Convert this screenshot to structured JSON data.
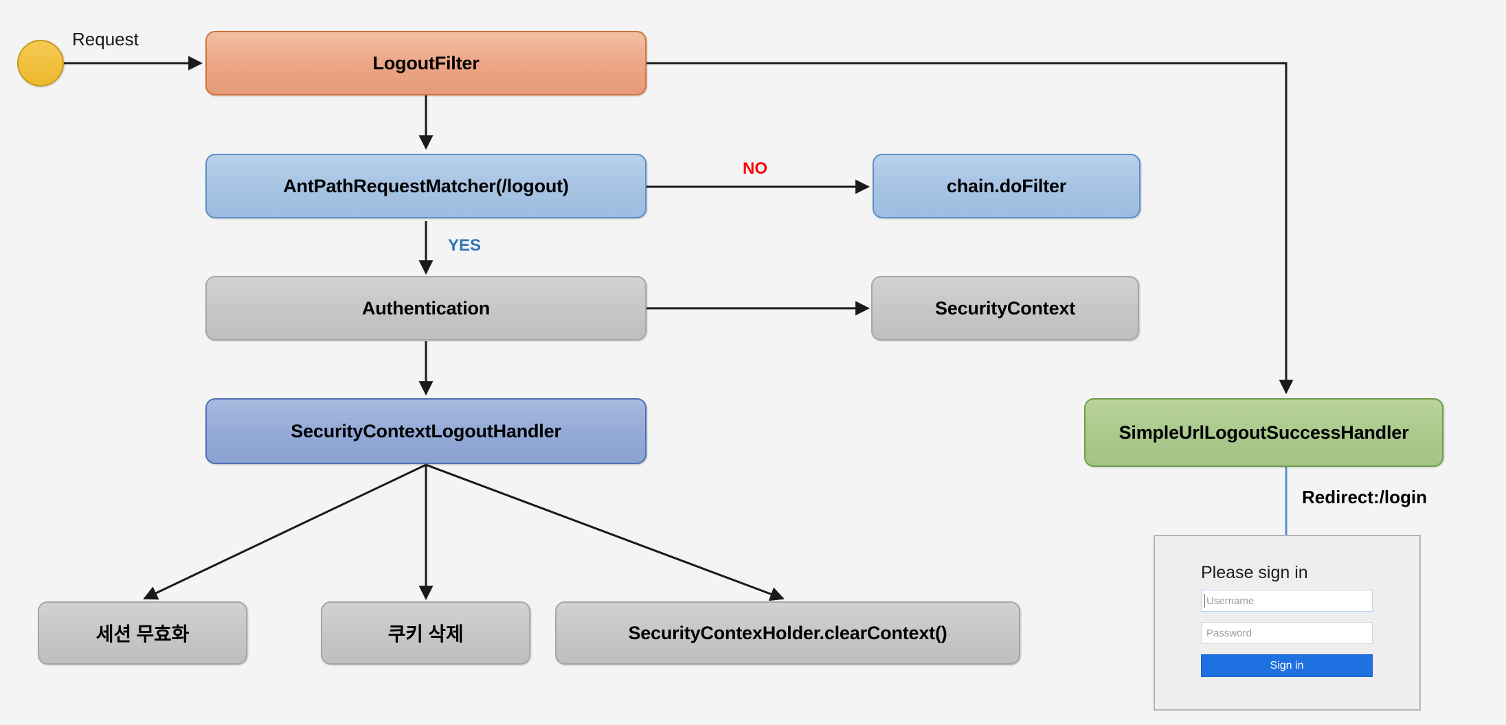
{
  "diagram": {
    "title": "Spring Security LogoutFilter flow",
    "background": "#f4f4f4",
    "nodes": {
      "start": {
        "label": "",
        "shape": "circle",
        "color": "#f0bf3c"
      },
      "logout_filter": {
        "label": "LogoutFilter",
        "color": "#eca585"
      },
      "ant_path_matcher": {
        "label": "AntPathRequestMatcher(/logout)",
        "color": "#a6c3e3"
      },
      "chain_dofilter": {
        "label": "chain.doFilter",
        "color": "#a6c3e3"
      },
      "authentication": {
        "label": "Authentication",
        "color": "#c6c6c6"
      },
      "security_context": {
        "label": "SecurityContext",
        "color": "#c6c6c6"
      },
      "logout_handler": {
        "label": "SecurityContextLogoutHandler",
        "color": "#93a9d6"
      },
      "session_invalidate": {
        "label": "세션 무효화",
        "color": "#c6c6c6"
      },
      "cookie_delete": {
        "label": "쿠키 삭제",
        "color": "#c6c6c6"
      },
      "clear_context": {
        "label": "SecurityContexHolder.clearContext()",
        "color": "#c6c6c6"
      },
      "success_handler": {
        "label": "SimpleUrlLogoutSuccessHandler",
        "color": "#a9c98c"
      }
    },
    "edge_labels": {
      "request": "Request",
      "no": "NO",
      "yes": "YES",
      "redirect": "Redirect:/login"
    },
    "edge_label_colors": {
      "no": "#ff0000",
      "yes": "#2e75b6",
      "redirect": "#000000",
      "request": "#1a1a1a"
    }
  },
  "login_card": {
    "title": "Please sign in",
    "username_placeholder": "Username",
    "password_placeholder": "Password",
    "signin_label": "Sign in",
    "accent": "#1f70e0"
  }
}
